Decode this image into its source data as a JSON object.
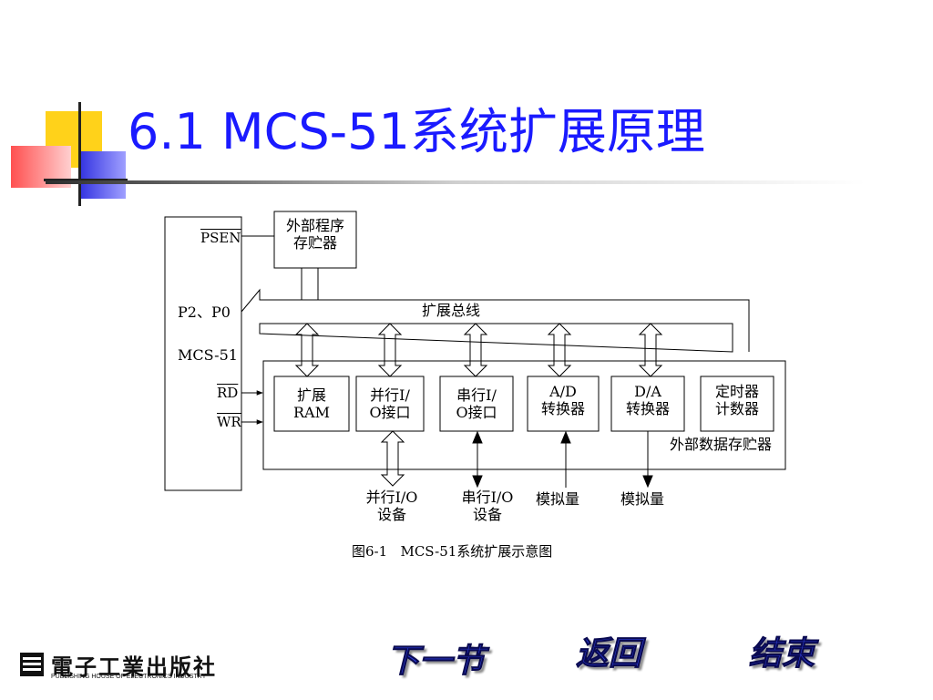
{
  "title": "6.1  MCS-51系统扩展原理",
  "diagram": {
    "ext_program_memory": [
      "外部程序",
      "存贮器"
    ],
    "psen": "PSEN",
    "p2p0": "P2、P0",
    "bus": "扩展总线",
    "mcs51": "MCS-51",
    "rd": "RD",
    "wr": "WR",
    "boxes": [
      {
        "line1": "扩展",
        "line2": "RAM"
      },
      {
        "line1": "并行I/",
        "line2": "O接口"
      },
      {
        "line1": "串行I/",
        "line2": "O接口"
      },
      {
        "line1": "A/D",
        "line2": "转换器"
      },
      {
        "line1": "D/A",
        "line2": "转换器"
      },
      {
        "line1": "定时器",
        "line2": "计数器"
      }
    ],
    "ext_data_memory": "外部数据存贮器",
    "io": [
      {
        "line1": "并行I/O",
        "line2": "设备"
      },
      {
        "line1": "串行I/O",
        "line2": "设备"
      },
      {
        "line1": "模拟量",
        "line2": ""
      },
      {
        "line1": "模拟量",
        "line2": ""
      }
    ],
    "caption": "图6-1   MCS-51系统扩展示意图"
  },
  "nav": {
    "next": "下一节",
    "back": "返回",
    "end": "结束"
  },
  "publisher": {
    "cn": "電子工業出版社",
    "en": "PUBLISHING HOUSE OF ELECTRONICS INDUSTRY"
  },
  "colors": {
    "title": "#1a1aff",
    "nav": "#2b3bd6",
    "deco_yellow": "#ffd21a",
    "deco_red": "#ff5a5a",
    "deco_blue": "#3a3ae6"
  }
}
